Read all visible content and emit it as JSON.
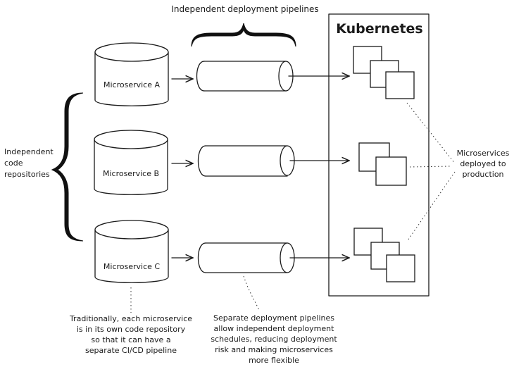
{
  "labels": {
    "pipelines_header": "Independent deployment pipelines",
    "kubernetes": "Kubernetes",
    "repos": [
      "Independent",
      "code",
      "repositories"
    ],
    "deployed": [
      "Microservices",
      "deployed to",
      "production"
    ],
    "note_repo": [
      "Traditionally, each microservice",
      "is in its own code repository",
      "so that it can have a",
      "separate CI/CD pipeline"
    ],
    "note_pipeline": [
      "Separate deployment pipelines",
      "allow independent deployment",
      "schedules, reducing deployment",
      "risk and making microservices",
      "more flexible"
    ]
  },
  "microservices": [
    {
      "name": "Microservice A"
    },
    {
      "name": "Microservice B"
    },
    {
      "name": "Microservice C"
    }
  ]
}
